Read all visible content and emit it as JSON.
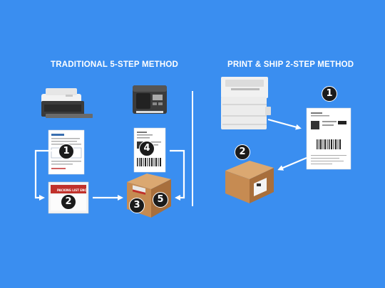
{
  "colors": {
    "background": "#3a8ef0",
    "arrow": "#ffffff",
    "box": "#c9905a",
    "box_dark": "#a86f3c",
    "step_badge": "#1b1b1b"
  },
  "traditional": {
    "heading": "TRADITIONAL 5-STEP METHOD",
    "steps": [
      "1",
      "2",
      "3",
      "4",
      "5"
    ],
    "packing_list_text": "PACKING LIST ENCLOSED"
  },
  "print_ship": {
    "heading": "PRINT & SHIP 2-STEP METHOD",
    "steps": [
      "1",
      "2"
    ]
  },
  "icons": [
    "desktop-laser-printer-icon",
    "thermal-label-printer-icon",
    "invoice-document-icon",
    "packing-list-envelope-icon",
    "shipping-label-icon",
    "cardboard-box-icon",
    "office-printer-icon",
    "combined-label-sheet-icon"
  ]
}
